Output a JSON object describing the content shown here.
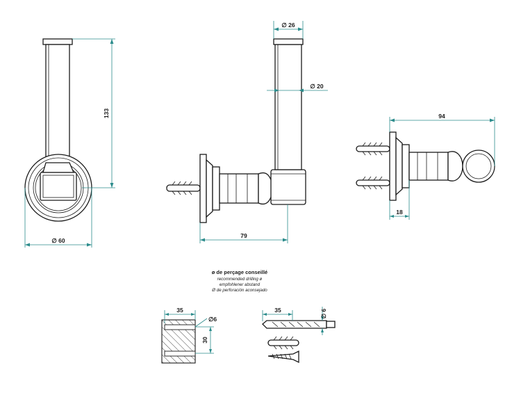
{
  "colors": {
    "line": "#1a1a1a",
    "dimension": "#2c8c8c",
    "background": "#ffffff"
  },
  "front_view": {
    "height": "133",
    "rosette_diameter": "∅ 60"
  },
  "side_view": {
    "tube_diameter": "∅ 26",
    "inner_diameter": "∅ 20",
    "projection": "79"
  },
  "top_view": {
    "length": "94",
    "base_depth": "18"
  },
  "drilling_note": {
    "title": "ø de perçage conseillé",
    "en": "recommended drilling ø",
    "de": "empfohlener abstand",
    "es": "Ø de perforación aconsejado"
  },
  "drill_detail": {
    "depth": "35",
    "hole_diameter": "∅6",
    "spacing": "30"
  },
  "hardware": {
    "drill_length": "35",
    "drill_diameter": "∅ 6"
  }
}
